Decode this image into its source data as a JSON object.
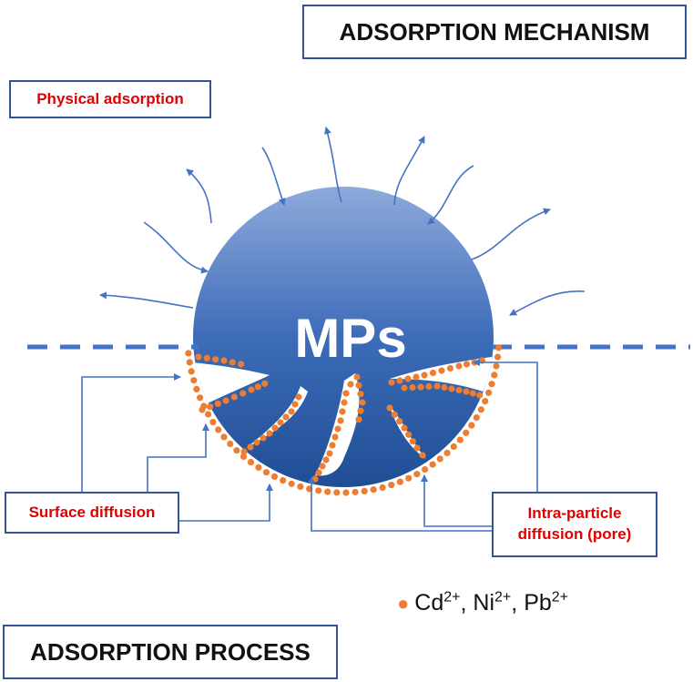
{
  "titles": {
    "mechanism": "ADSORPTION MECHANISM",
    "process": "ADSORPTION PROCESS"
  },
  "labels": {
    "physical": "Physical adsorption",
    "surface": "Surface diffusion",
    "intra": "Intra-particle\ndiffusion (pore)"
  },
  "particle": {
    "name": "MPs"
  },
  "legend": {
    "ions": [
      {
        "symbol": "Cd",
        "charge": "2+",
        "sep": ", "
      },
      {
        "symbol": "Ni",
        "charge": "2+",
        "sep": ", "
      },
      {
        "symbol": "Pb",
        "charge": "2+",
        "sep": ""
      }
    ]
  },
  "colors": {
    "sphere_top": "#8eaadb",
    "sphere_bottom": "#1f4e95",
    "arrow": "#4472c4",
    "dots": "#ed7d31",
    "label_text": "#e00000",
    "box_border": "#2f5597"
  }
}
